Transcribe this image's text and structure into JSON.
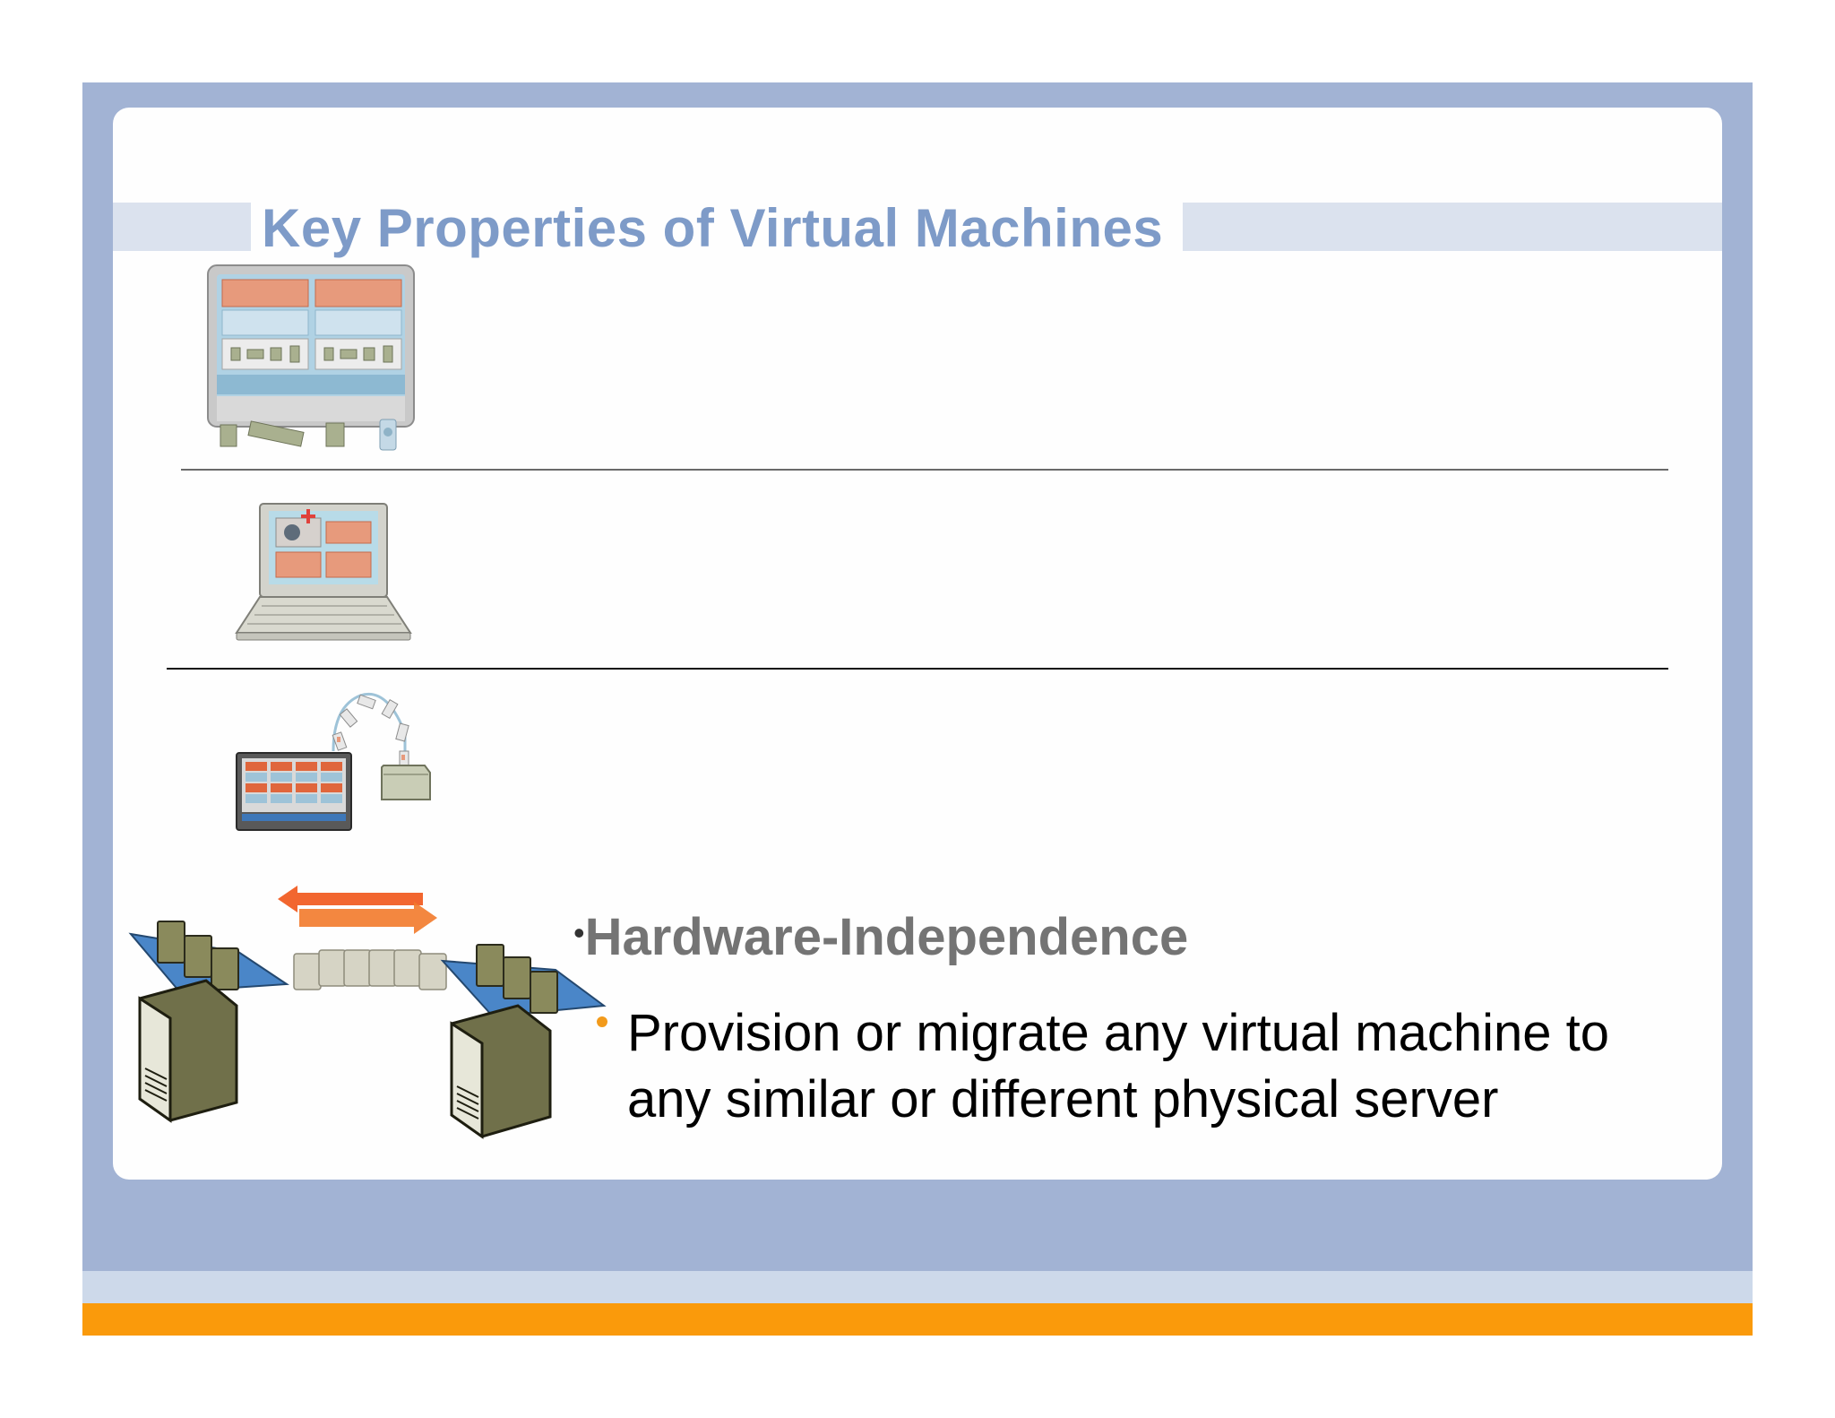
{
  "slide": {
    "title": "Key Properties of Virtual Machines",
    "bullet_marker": "•",
    "section_heading": "Hardware-Independence",
    "bullet_text": "Provision or migrate any virtual machine to any similar or different physical server"
  },
  "figures": {
    "architecture_icon": "vm-architecture-icon",
    "laptop_icon": "laptop-icon",
    "encapsulation_icon": "server-to-file-icon",
    "migration_icon": "server-migration-icon"
  },
  "colors": {
    "frame": "#a2b3d4",
    "title": "#7e9bc8",
    "accent_orange": "#fa9a0b"
  }
}
